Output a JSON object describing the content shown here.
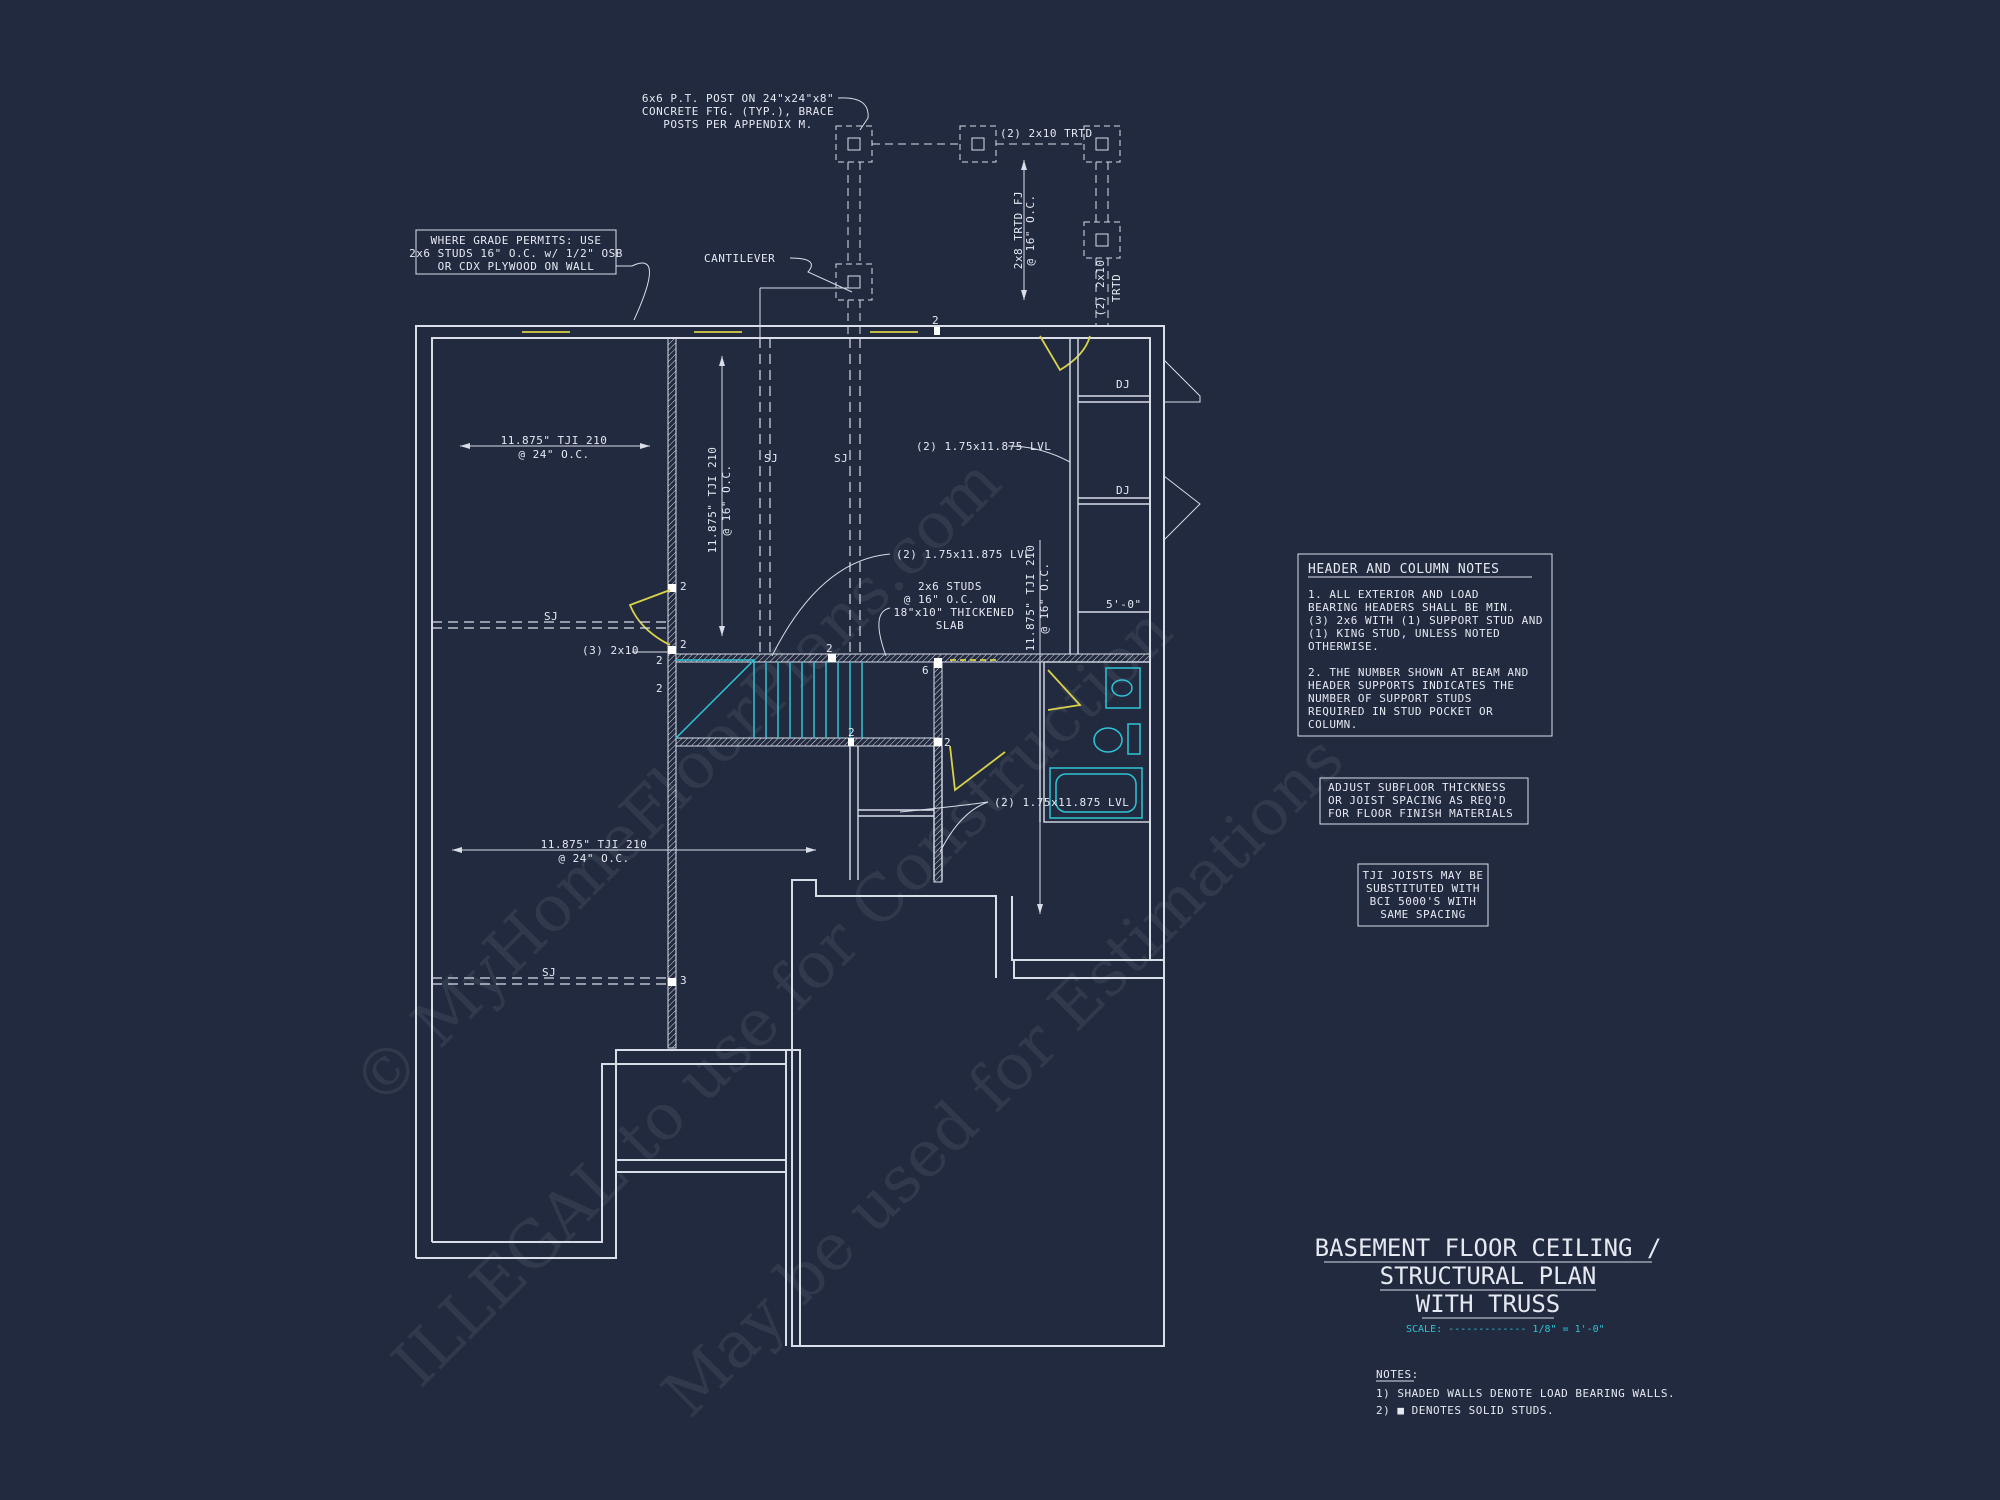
{
  "watermark": {
    "line1": "© MyHomeFloorPlans.com",
    "line2": "ILLEGAL to use for Construction",
    "line3": "May be used for Estimations"
  },
  "title": {
    "line1": "BASEMENT FLOOR CEILING /",
    "line2": "STRUCTURAL PLAN",
    "line3": "WITH TRUSS",
    "scale_label": "SCALE: ------------- 1/8\" = 1'-0\""
  },
  "notes": {
    "heading": "NOTES:",
    "item1": "1) SHADED WALLS DENOTE LOAD BEARING WALLS.",
    "item2": "2) ■ DENOTES SOLID STUDS."
  },
  "header_column_notes": {
    "heading": "HEADER AND COLUMN NOTES",
    "n1_l1": "1. ALL EXTERIOR AND LOAD",
    "n1_l2": "BEARING HEADERS SHALL BE MIN.",
    "n1_l3": "(3) 2x6 WITH (1) SUPPORT STUD AND",
    "n1_l4": "(1) KING STUD, UNLESS NOTED",
    "n1_l5": "OTHERWISE.",
    "n2_l1": "2. THE NUMBER SHOWN AT BEAM AND",
    "n2_l2": "HEADER SUPPORTS INDICATES THE",
    "n2_l3": "NUMBER OF SUPPORT STUDS",
    "n2_l4": "REQUIRED IN STUD POCKET OR",
    "n2_l5": "COLUMN."
  },
  "subfloor_note": {
    "l1": "ADJUST SUBFLOOR THICKNESS",
    "l2": "OR JOIST SPACING AS REQ'D",
    "l3": "FOR FLOOR FINISH MATERIALS"
  },
  "tji_note": {
    "l1": "TJI JOISTS MAY BE",
    "l2": "SUBSTITUTED WITH",
    "l3": "BCI 5000'S WITH",
    "l4": "SAME SPACING"
  },
  "grade_note": {
    "l1": "WHERE GRADE PERMITS: USE",
    "l2": "2x6 STUDS 16\" O.C. w/ 1/2\" OSB",
    "l3": "OR CDX PLYWOOD ON WALL"
  },
  "post_note": {
    "l1": "6x6 P.T. POST ON 24\"x24\"x8\"",
    "l2": "CONCRETE FTG. (TYP.), BRACE",
    "l3": "POSTS PER APPENDIX M."
  },
  "labels": {
    "cantilever": "CANTILEVER",
    "trtd_top": "(2) 2x10 TRTD",
    "trtd_fj_l1": "2x8 TRTD FJ",
    "trtd_fj_l2": "@ 16\" O.C.",
    "trtd_side_l1": "(2) 2x10",
    "trtd_side_l2": "TRTD",
    "dj1": "DJ",
    "dj2": "DJ",
    "lvl1": "(2) 1.75x11.875 LVL",
    "lvl2": "(2) 1.75x11.875 LVL",
    "lvl3": "(2) 1.75x11.875 LVL",
    "tji_left_top_l1": "11.875\" TJI 210",
    "tji_left_top_l2": "@ 24\" O.C.",
    "tji_left_bot_l1": "11.875\" TJI 210",
    "tji_left_bot_l2": "@ 24\" O.C.",
    "tji_mid_l1": "11.875\" TJI 210",
    "tji_mid_l2": "@ 16\" O.C.",
    "tji_right_l1": "11.875\" TJI 210",
    "tji_right_l2": "@ 16\" O.C.",
    "sj1": "SJ",
    "sj2": "SJ",
    "sj3": "SJ",
    "sj4": "SJ",
    "studs_l1": "2x6 STUDS",
    "studs_l2": "@ 16\" O.C. ON",
    "studs_l3": "18\"x10\" THICKENED",
    "studs_l4": "SLAB",
    "header_3x10": "(3) 2x10",
    "dim_5ft": "5'-0\"",
    "n2a": "2",
    "n2b": "2",
    "n2c": "2",
    "n2d": "2",
    "n2e": "2",
    "n2f": "2",
    "n2g": "2",
    "n2h": "2",
    "n6": "6",
    "n3": "3"
  }
}
